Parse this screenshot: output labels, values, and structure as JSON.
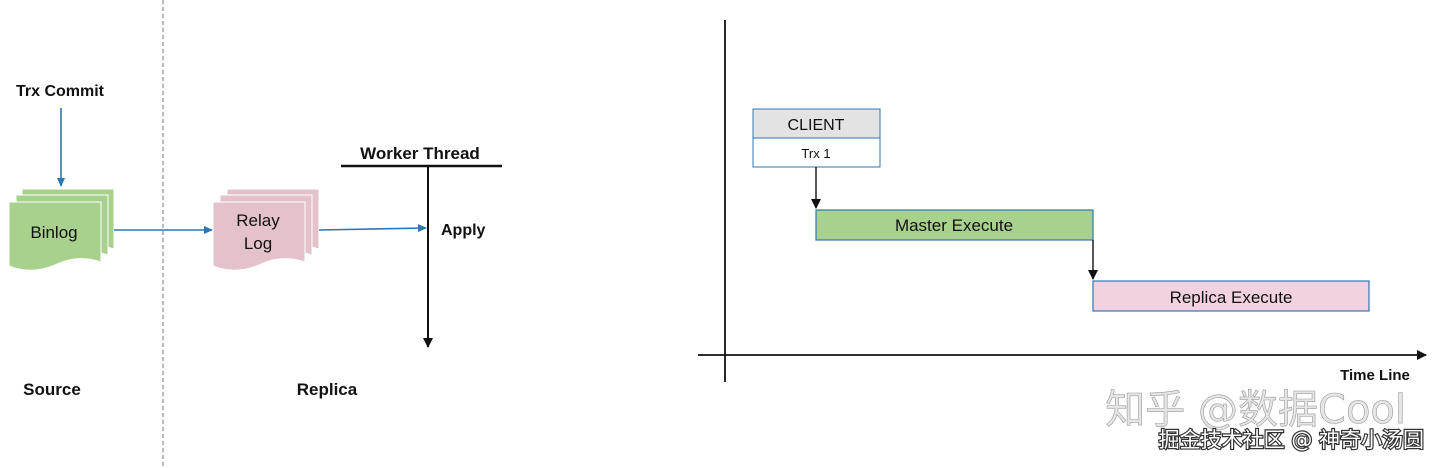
{
  "left_diagram": {
    "trx_commit_label": "Trx Commit",
    "binlog_label": "Binlog",
    "relay_log_line1": "Relay",
    "relay_log_line2": "Log",
    "worker_thread_label": "Worker Thread",
    "apply_label": "Apply",
    "source_label": "Source",
    "replica_label": "Replica"
  },
  "right_diagram": {
    "client_label": "CLIENT",
    "trx_label": "Trx 1",
    "master_execute_label": "Master Execute",
    "replica_execute_label": "Replica Execute",
    "time_line_label": "Time Line"
  },
  "watermark": {
    "line1": "知乎 @数据Cool",
    "line2": "掘金技术社区 @ 神奇小汤圆"
  },
  "colors": {
    "binlog_green": "#a9d18e",
    "relay_pink": "#e3c2cc",
    "master_execute_green": "#a9d18e",
    "replica_execute_pink": "#f2d2de",
    "client_header_gray": "#e3e3e3",
    "arrow_blue": "#2e75b6",
    "box_border_blue": "#2e75b6"
  }
}
